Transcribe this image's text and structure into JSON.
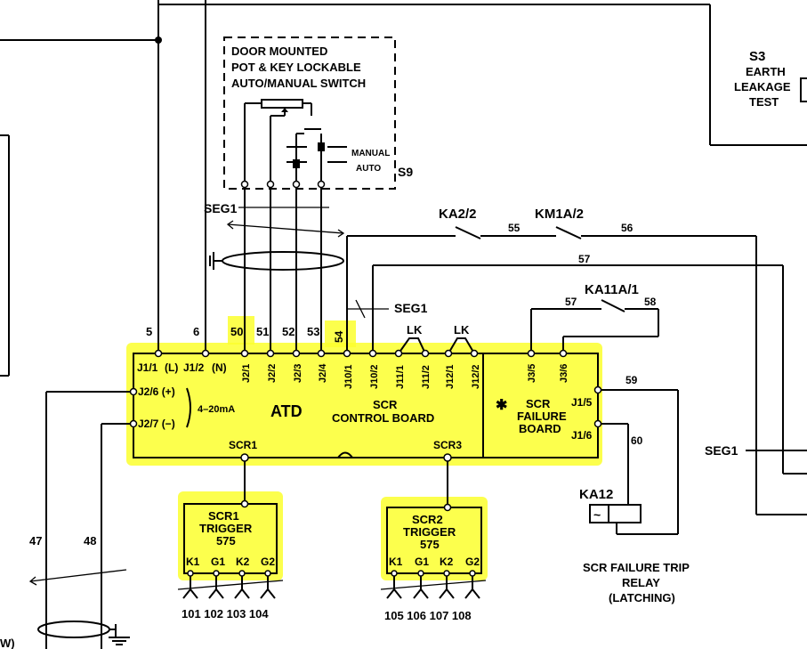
{
  "switch_box": {
    "line1": "DOOR MOUNTED",
    "line2": "POT & KEY LOCKABLE",
    "line3": "AUTO/MANUAL SWITCH",
    "manual": "MANUAL",
    "auto": "AUTO",
    "tag": "S9"
  },
  "s3": {
    "tag": "S3",
    "line1": "EARTH",
    "line2": "LEAKAGE",
    "line3": "TEST"
  },
  "seg": {
    "seg1_top": "SEG1",
    "seg1_mid": "SEG1",
    "seg1_right": "SEG1"
  },
  "contacts": {
    "ka2": "KA2/2",
    "km1a": "KM1A/2",
    "ka11a": "KA11A/1",
    "n55": "55",
    "n56": "56",
    "n57a": "57",
    "n57b": "57",
    "n58": "58",
    "n59": "59",
    "n60": "60"
  },
  "wires": {
    "w5": "5",
    "w6": "6",
    "w50": "50",
    "w51": "51",
    "w52": "52",
    "w53": "53",
    "w54": "54",
    "w47": "47",
    "w48": "48",
    "lk1": "LK",
    "lk2": "LK"
  },
  "atd_board": {
    "pins_top": [
      "J1/1",
      "(L)",
      "J1/2",
      "(N)",
      "J2/1",
      "J2/2",
      "J2/3",
      "J2/4",
      "J10/1",
      "J10/2",
      "J11/1",
      "J11/2",
      "J12/1",
      "J12/2"
    ],
    "pin_j26": "J2/6 (+)",
    "pin_j27": "J2/7 (−)",
    "ma": "4–20mA",
    "atd": "ATD",
    "scr": "SCR",
    "control_board": "CONTROL BOARD",
    "scr1": "SCR1",
    "scr3": "SCR3"
  },
  "failure_board": {
    "star": "✱",
    "line1": "SCR",
    "line2": "FAILURE",
    "line3": "BOARD",
    "pins": [
      "J3/5",
      "J3/6",
      "J1/5",
      "J1/6"
    ]
  },
  "trigger1": {
    "line1": "SCR1",
    "line2": "TRIGGER",
    "line3": "575",
    "pins": [
      "K1",
      "G1",
      "K2",
      "G2"
    ],
    "numbers": "101 102 103 104"
  },
  "trigger2": {
    "line1": "SCR2",
    "line2": "TRIGGER",
    "line3": "575",
    "pins": [
      "K1",
      "G1",
      "K2",
      "G2"
    ],
    "numbers": "105 106 107 108"
  },
  "relay": {
    "tag": "KA12",
    "line1": "SCR FAILURE TRIP",
    "line2": "RELAY",
    "line3": "(LATCHING)"
  },
  "corner_text": "W)"
}
